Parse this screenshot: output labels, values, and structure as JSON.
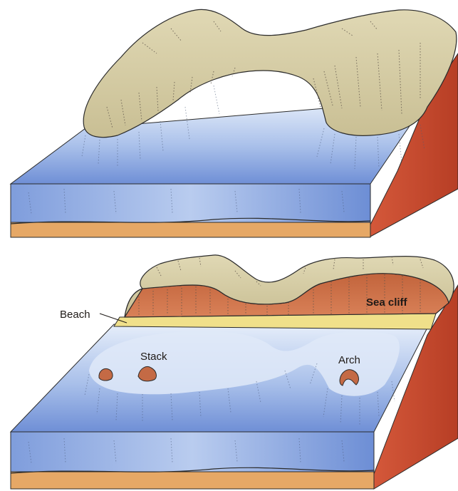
{
  "figure": {
    "top_panel": {},
    "bottom_panel": {
      "labels": {
        "beach": "Beach",
        "sea_cliff": "Sea cliff",
        "stack": "Stack",
        "arch": "Arch"
      }
    }
  },
  "colors": {
    "water_light": "#dfe9f8",
    "water_mid": "#9eb8e6",
    "water_deep": "#5d7fcf",
    "land": "#d8cfa8",
    "cliff": "#cf7048",
    "sediment": "#e8ae6c",
    "beach": "#f0e08a",
    "side_red": "#c84a2e"
  }
}
